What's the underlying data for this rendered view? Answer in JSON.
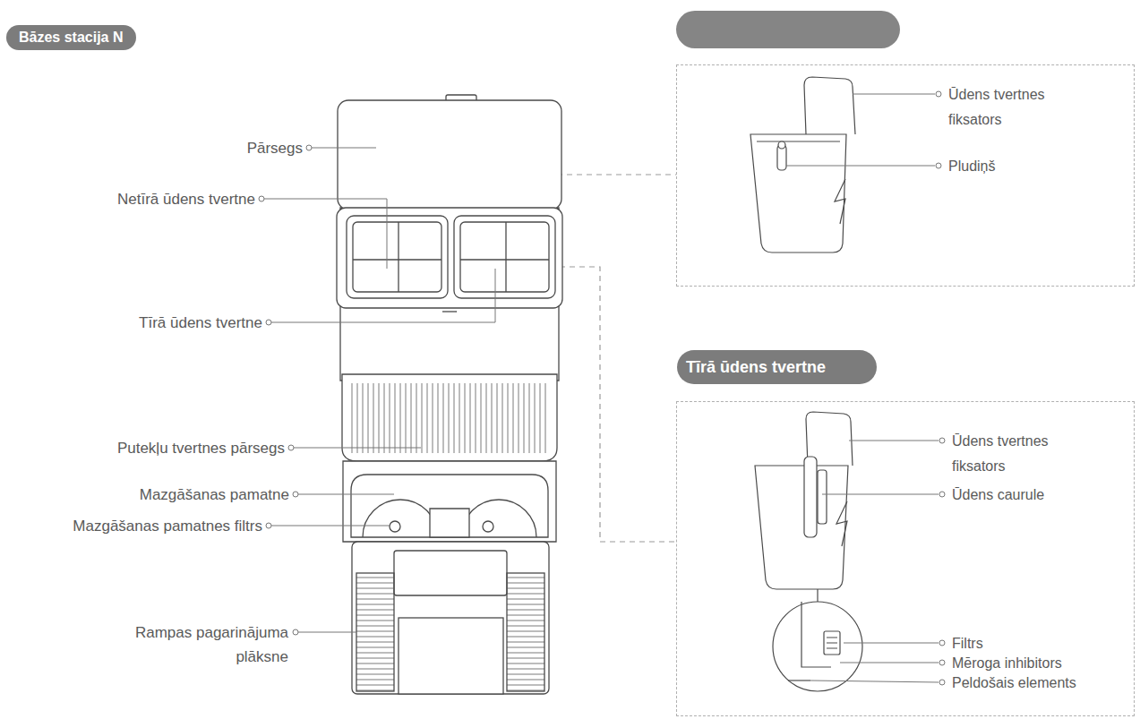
{
  "diagram": {
    "nodes": [
      {
        "text": [
          "Bāzes stacija N"
        ]
      },
      {
        "text": [
          "Ūdens tvertnes fiksators",
          "Pludiņš"
        ]
      },
      {
        "text": [
          "Tīrā ūdens tvertne",
          "Ūdens tvertnes fiksators",
          "Ūdens caurule",
          "Filtrs",
          "Mēroga inhibitors",
          "Peldošais elements"
        ]
      }
    ],
    "labels": [
      "Pārsegs",
      "Netīrā ūdens tvertne",
      "Tīrā ūdens tvertne",
      "Putekļu tvertnes pārsegs",
      "Mazgāšanas pamatne",
      "Mazgāšanas pamatnes filtrs",
      "Rampas pagarinājuma plāksne"
    ]
  }
}
